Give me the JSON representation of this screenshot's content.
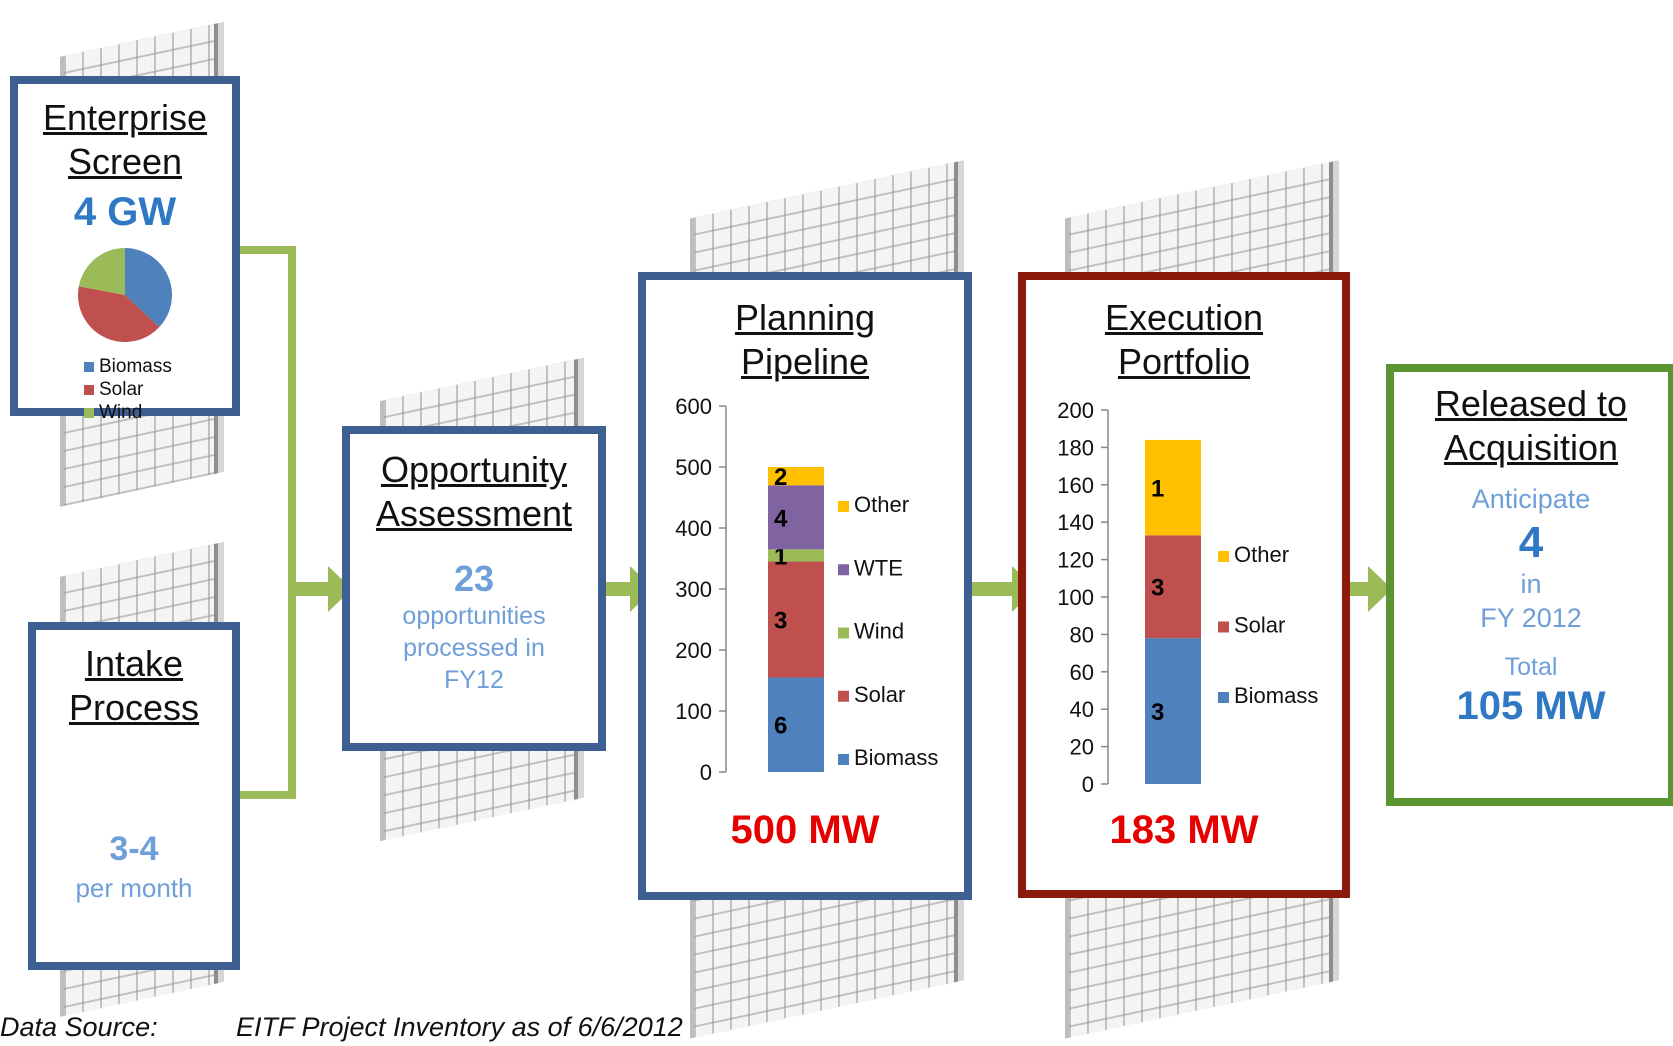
{
  "enterprise": {
    "title_line1": "Enterprise",
    "title_line2": "Screen",
    "value": "4 GW",
    "pie": [
      {
        "name": "Biomass",
        "value": 37,
        "color": "#4f81bd"
      },
      {
        "name": "Solar",
        "value": 41,
        "color": "#c0504d"
      },
      {
        "name": "Wind",
        "value": 22,
        "color": "#9bbb59"
      }
    ]
  },
  "intake": {
    "title_line1": "Intake",
    "title_line2": "Process",
    "value": "3-4",
    "caption": "per month"
  },
  "opportunity": {
    "title_line1": "Opportunity",
    "title_line2": "Assessment",
    "value": "23",
    "line1": "opportunities",
    "line2": "processed in",
    "line3": "FY12"
  },
  "planning": {
    "title_line1": "Planning",
    "title_line2": "Pipeline",
    "total": "500 MW"
  },
  "execution": {
    "title_line1": "Execution",
    "title_line2": "Portfolio",
    "total": "183 MW"
  },
  "released": {
    "title_line1": "Released to",
    "title_line2": "Acquisition",
    "anticipate": "Anticipate",
    "count": "4",
    "in_label": "in",
    "fy": "FY 2012",
    "total_label": "Total",
    "total_value": "105 MW"
  },
  "footer": {
    "source_label": "Data Source:",
    "source_text": "EITF Project Inventory as of 6/6/2012"
  },
  "colors": {
    "Biomass": "#4f81bd",
    "Solar": "#c0504d",
    "Wind": "#9bbb59",
    "WTE": "#8064a2",
    "Other": "#ffc000",
    "arrow": "#9bbb59"
  },
  "chart_data": [
    {
      "type": "bar",
      "stacked": true,
      "ylim": [
        0,
        600
      ],
      "yticks": [
        "0",
        "100",
        "200",
        "300",
        "400",
        "500",
        "600"
      ],
      "series": [
        {
          "name": "Biomass",
          "values": [
            155
          ],
          "label": "6"
        },
        {
          "name": "Solar",
          "values": [
            190
          ],
          "label": "3"
        },
        {
          "name": "Wind",
          "values": [
            20
          ],
          "label": "1"
        },
        {
          "name": "WTE",
          "values": [
            105
          ],
          "label": "4"
        },
        {
          "name": "Other",
          "values": [
            30
          ],
          "label": "2"
        }
      ]
    },
    {
      "type": "bar",
      "stacked": true,
      "ylim": [
        0,
        200
      ],
      "yticks": [
        "0",
        "20",
        "40",
        "60",
        "80",
        "100",
        "120",
        "140",
        "160",
        "180",
        "200"
      ],
      "series": [
        {
          "name": "Biomass",
          "values": [
            78
          ],
          "label": "3"
        },
        {
          "name": "Solar",
          "values": [
            55
          ],
          "label": "3"
        },
        {
          "name": "Other",
          "values": [
            51
          ],
          "label": "1"
        }
      ]
    }
  ]
}
